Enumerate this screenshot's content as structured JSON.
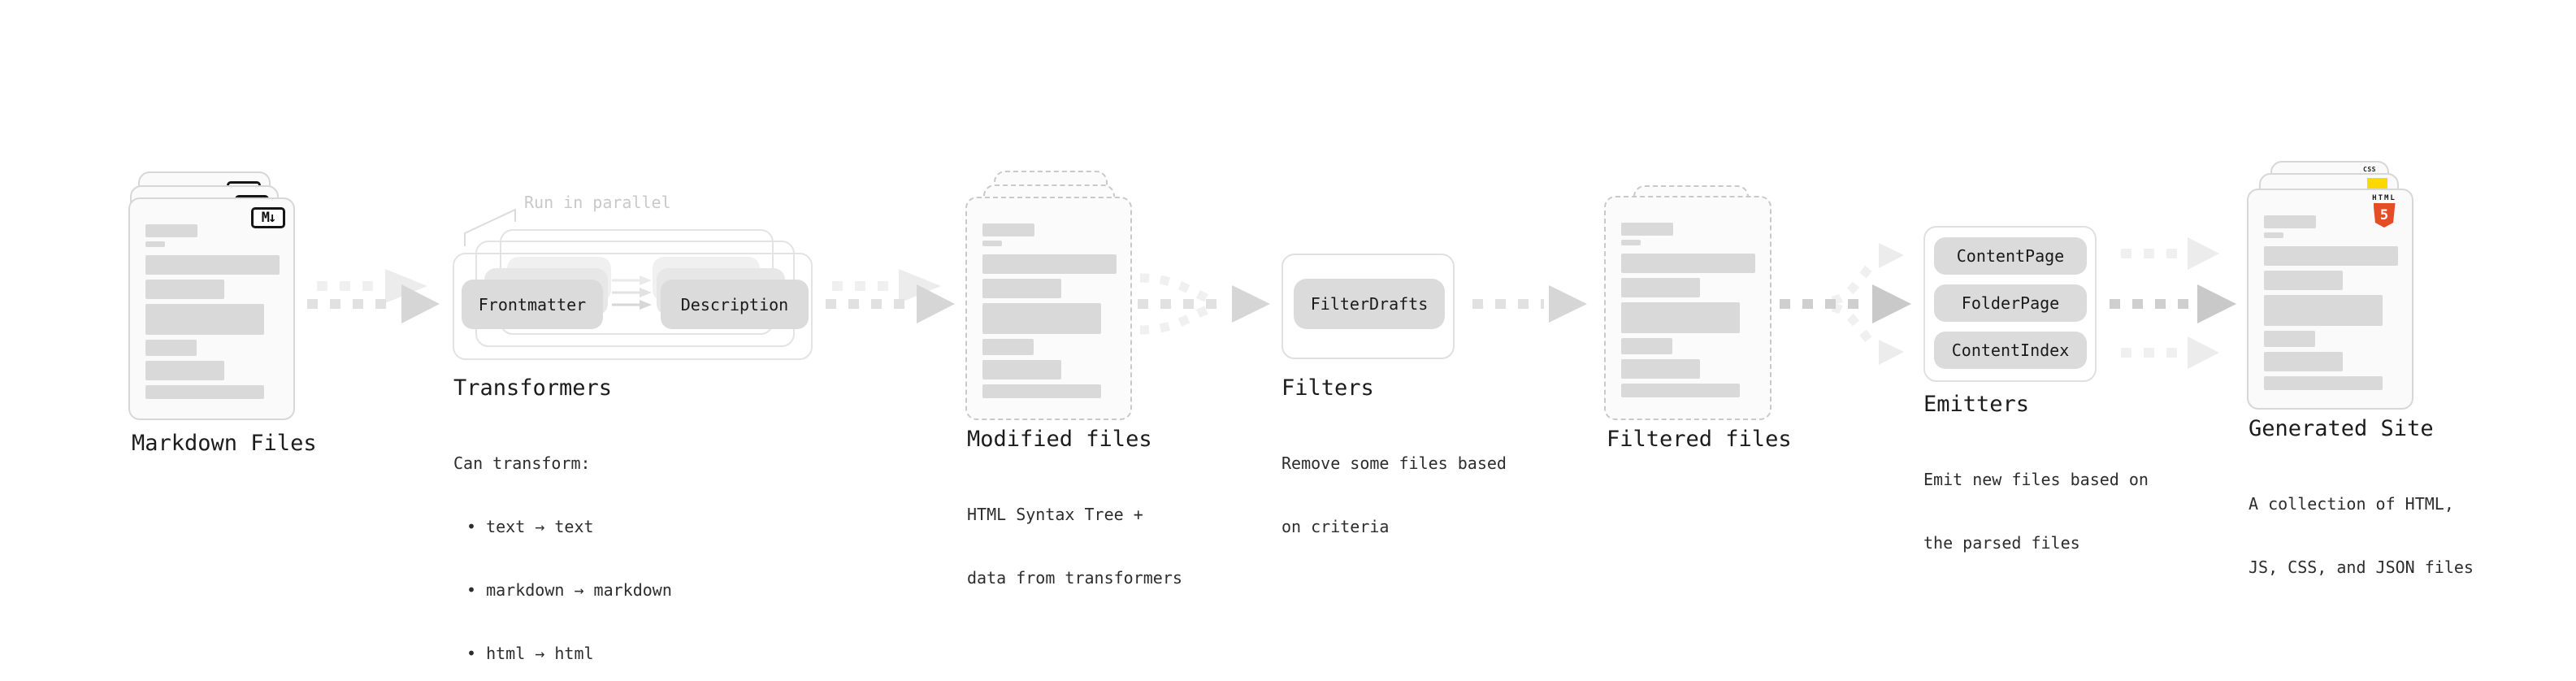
{
  "stages": {
    "markdown": {
      "title": "Markdown Files"
    },
    "transformers": {
      "title": "Transformers",
      "note": "Run in parallel",
      "step_front": "Frontmatter",
      "step_back": "Description",
      "desc_heading": "Can transform:",
      "bullets": {
        "b1": "• text → text",
        "b2": "• markdown → markdown",
        "b3": "• html → html"
      }
    },
    "modified": {
      "title": "Modified files",
      "desc_line1": "HTML Syntax Tree +",
      "desc_line2": "data from transformers"
    },
    "filters": {
      "title": "Filters",
      "step": "FilterDrafts",
      "desc_line1": "Remove some files based",
      "desc_line2": "on criteria"
    },
    "filtered": {
      "title": "Filtered files"
    },
    "emitters": {
      "title": "Emitters",
      "step1": "ContentPage",
      "step2": "FolderPage",
      "step3": "ContentIndex",
      "desc_line1": "Emit new files based on",
      "desc_line2": "the parsed files"
    },
    "generated": {
      "title": "Generated Site",
      "desc_line1": "A collection of HTML,",
      "desc_line2": "JS, CSS, and JSON files"
    }
  },
  "icons": {
    "markdown_badge": "M↓",
    "html5_wordmark": "HTML",
    "html5_numeral": "5",
    "css_wordmark": "CSS"
  },
  "colors": {
    "accent_html5_orange": "#e44d26",
    "accent_js_yellow": "#fdd800",
    "accent_css_blue": "#2962ff",
    "placeholder_gray": "#d9d9d9",
    "note_gray": "#c9c9c9"
  }
}
